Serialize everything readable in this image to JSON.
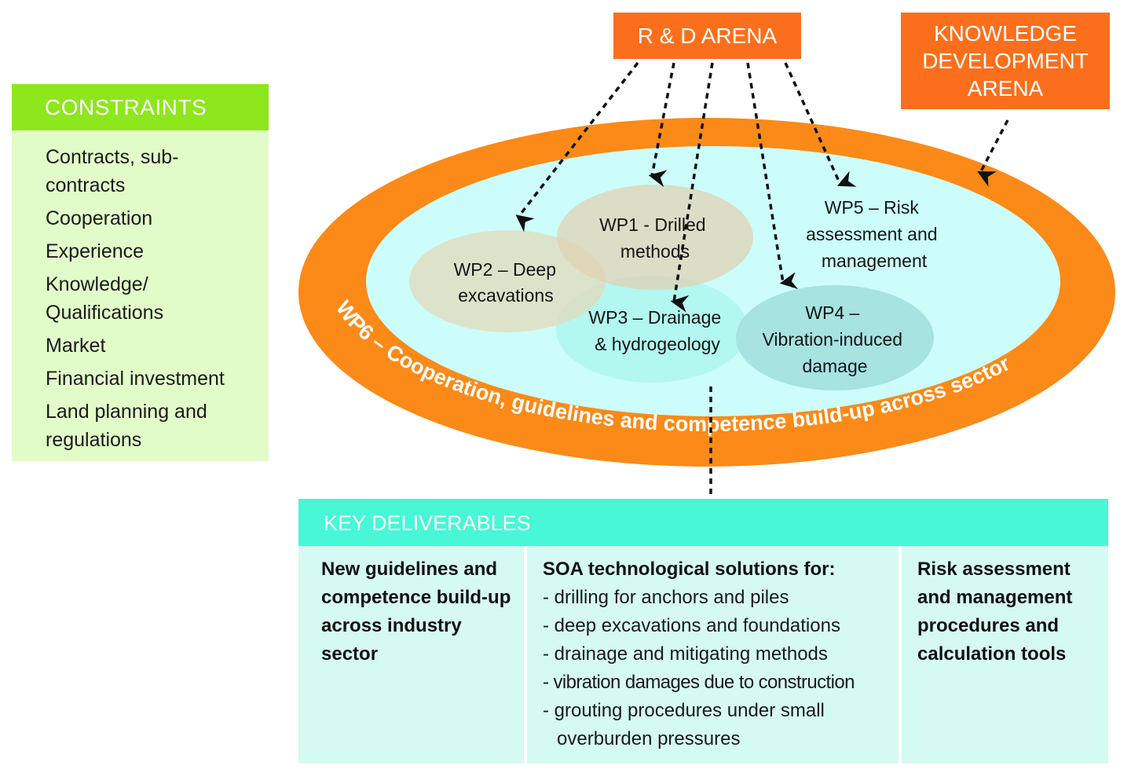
{
  "constraints": {
    "title": "CONSTRAINTS",
    "items": [
      "Contracts, sub-contracts",
      "Cooperation",
      "Experience",
      "Knowledge/ Qualifications",
      "Market",
      "Financial investment",
      "Land planning and regulations"
    ]
  },
  "arenas": {
    "rd": "R & D ARENA",
    "kd": "KNOWLEDGE DEVELOPMENT ARENA"
  },
  "work_packages": {
    "wp1": [
      "WP1 - Drilled",
      "methods"
    ],
    "wp2": [
      "WP2 – Deep",
      "excavations"
    ],
    "wp3": [
      "WP3 – Drainage",
      "& hydrogeology"
    ],
    "wp4": [
      "WP4 –",
      "Vibration-induced",
      "damage"
    ],
    "wp5": [
      "WP5 – Risk",
      "assessment and",
      "management"
    ],
    "wp6": "WP6 –  Cooperation, guidelines and competence build-up across sector"
  },
  "deliverables": {
    "title": "KEY DELIVERABLES",
    "col1": "New guidelines and competence build-up across industry sector",
    "col2_title": "SOA technological solutions for:",
    "col2_items": [
      "- drilling for anchors and piles",
      "- deep excavations and foundations",
      "- drainage and mitigating methods",
      "- vibration damages due to construction",
      "- grouting procedures under small overburden pressures"
    ],
    "col3": "Risk assessment and management procedures and calculation tools"
  },
  "colors": {
    "orange_box": "#fb6f1c",
    "orange_ring": "#fb8a18",
    "inner_cyan": "#ccfdfb",
    "constraints_header": "#8ee61d",
    "constraints_bg": "#e2fcc9",
    "deliverables_header": "#47f7d6",
    "deliverables_bg": "#d5faf1"
  }
}
